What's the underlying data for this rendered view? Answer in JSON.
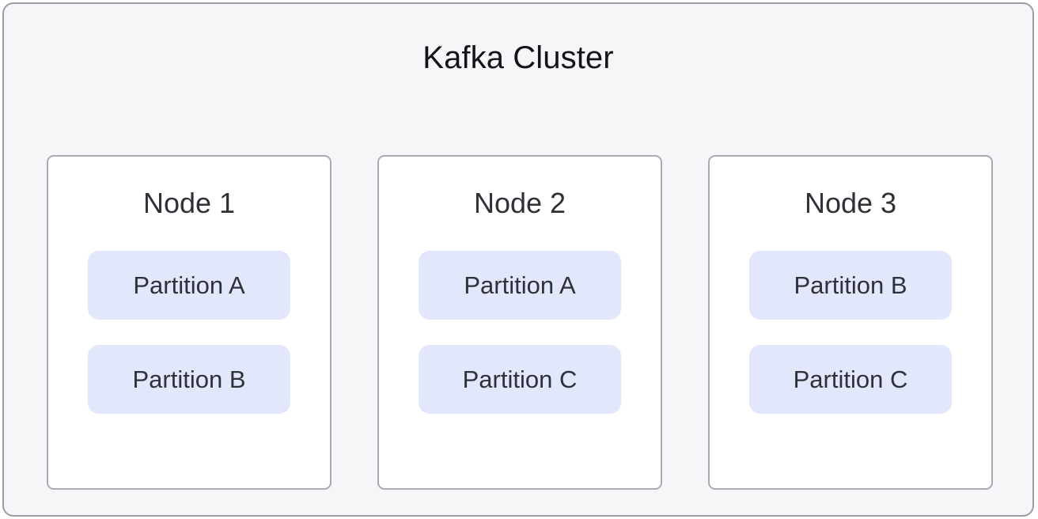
{
  "diagram": {
    "type": "architecture-diagram",
    "title": "Kafka Cluster",
    "colors": {
      "container_background": "#f5f6f8",
      "container_border": "#9a9ca6",
      "node_background": "#ffffff",
      "node_border": "#a8abb3",
      "partition_background": "#e2e7fc",
      "title_text": "#131417",
      "body_text": "#2e3137"
    },
    "nodes": [
      {
        "label": "Node 1",
        "partitions": [
          {
            "label": "Partition A"
          },
          {
            "label": "Partition B"
          }
        ]
      },
      {
        "label": "Node 2",
        "partitions": [
          {
            "label": "Partition A"
          },
          {
            "label": "Partition C"
          }
        ]
      },
      {
        "label": "Node 3",
        "partitions": [
          {
            "label": "Partition B"
          },
          {
            "label": "Partition C"
          }
        ]
      }
    ]
  }
}
